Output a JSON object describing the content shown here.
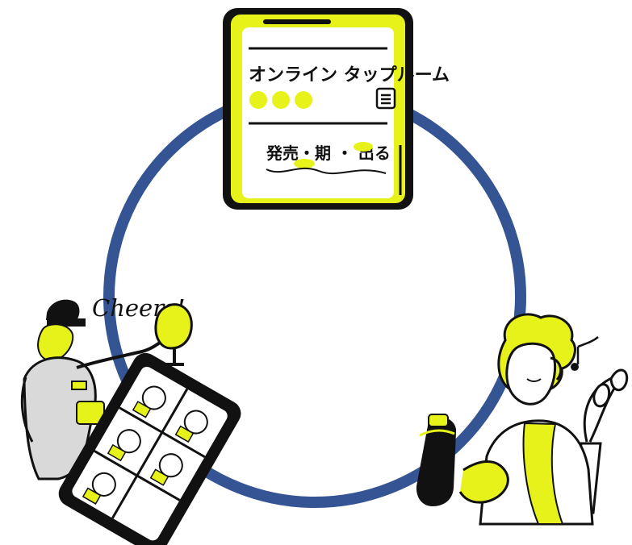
{
  "colors": {
    "accent": "#e7f21a",
    "ring": "#345493",
    "ink": "#111111",
    "paper": "#ffffff"
  },
  "phone": {
    "title": "オンライン タップルーム",
    "menu_icon": "menu-icon",
    "dots": 3,
    "scribble_label": "発売・期 ・ 出る"
  },
  "cheers": {
    "text": "Cheers!"
  },
  "scenes": {
    "left": "bartender-with-tablet",
    "right": "person-holding-bottle"
  }
}
